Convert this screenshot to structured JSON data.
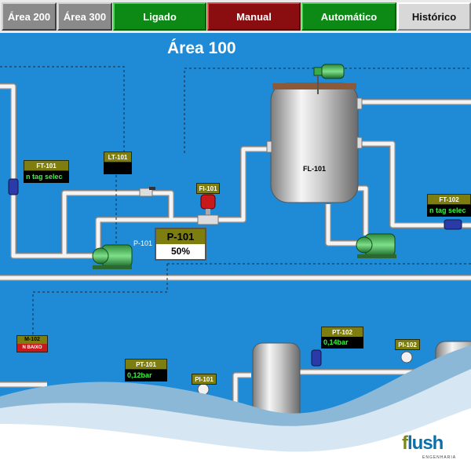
{
  "nav": {
    "area200": "Área 200",
    "area300": "Área 300",
    "ligado": "Ligado",
    "manual": "Manual",
    "automatico": "Automático",
    "historico": "Histórico"
  },
  "page_title": "Área 100",
  "instruments": {
    "ft101": {
      "tag": "FT-101",
      "value": "n tag selec"
    },
    "lt101": {
      "tag": "LT-101"
    },
    "fi101": {
      "tag": "FI-101"
    },
    "p101_label": "P-101",
    "fl101": "FL-101",
    "ft102": {
      "tag": "FT-102",
      "value": "n tag selec"
    },
    "m102": {
      "tag": "M-102",
      "value": "N BAIXO"
    },
    "pt101": {
      "tag": "PT-101",
      "value": "0,12bar"
    },
    "pi101": {
      "tag": "PI-101"
    },
    "pt102": {
      "tag": "PT-102",
      "value": "0,14bar"
    },
    "pi102": {
      "tag": "PI-102"
    }
  },
  "pump_box": {
    "name": "P-101",
    "value": "50%"
  },
  "logo": {
    "brand": "flush",
    "brand_first": "f",
    "brand_rest": "lush",
    "sub": "ENGENHARIA"
  },
  "colors": {
    "background": "#1f8ad6",
    "button_green": "#0d8a16",
    "button_red": "#8a0e10",
    "tag_olive": "#7d7d10",
    "value_green": "#3df244",
    "alarm_red": "#c8191b"
  }
}
